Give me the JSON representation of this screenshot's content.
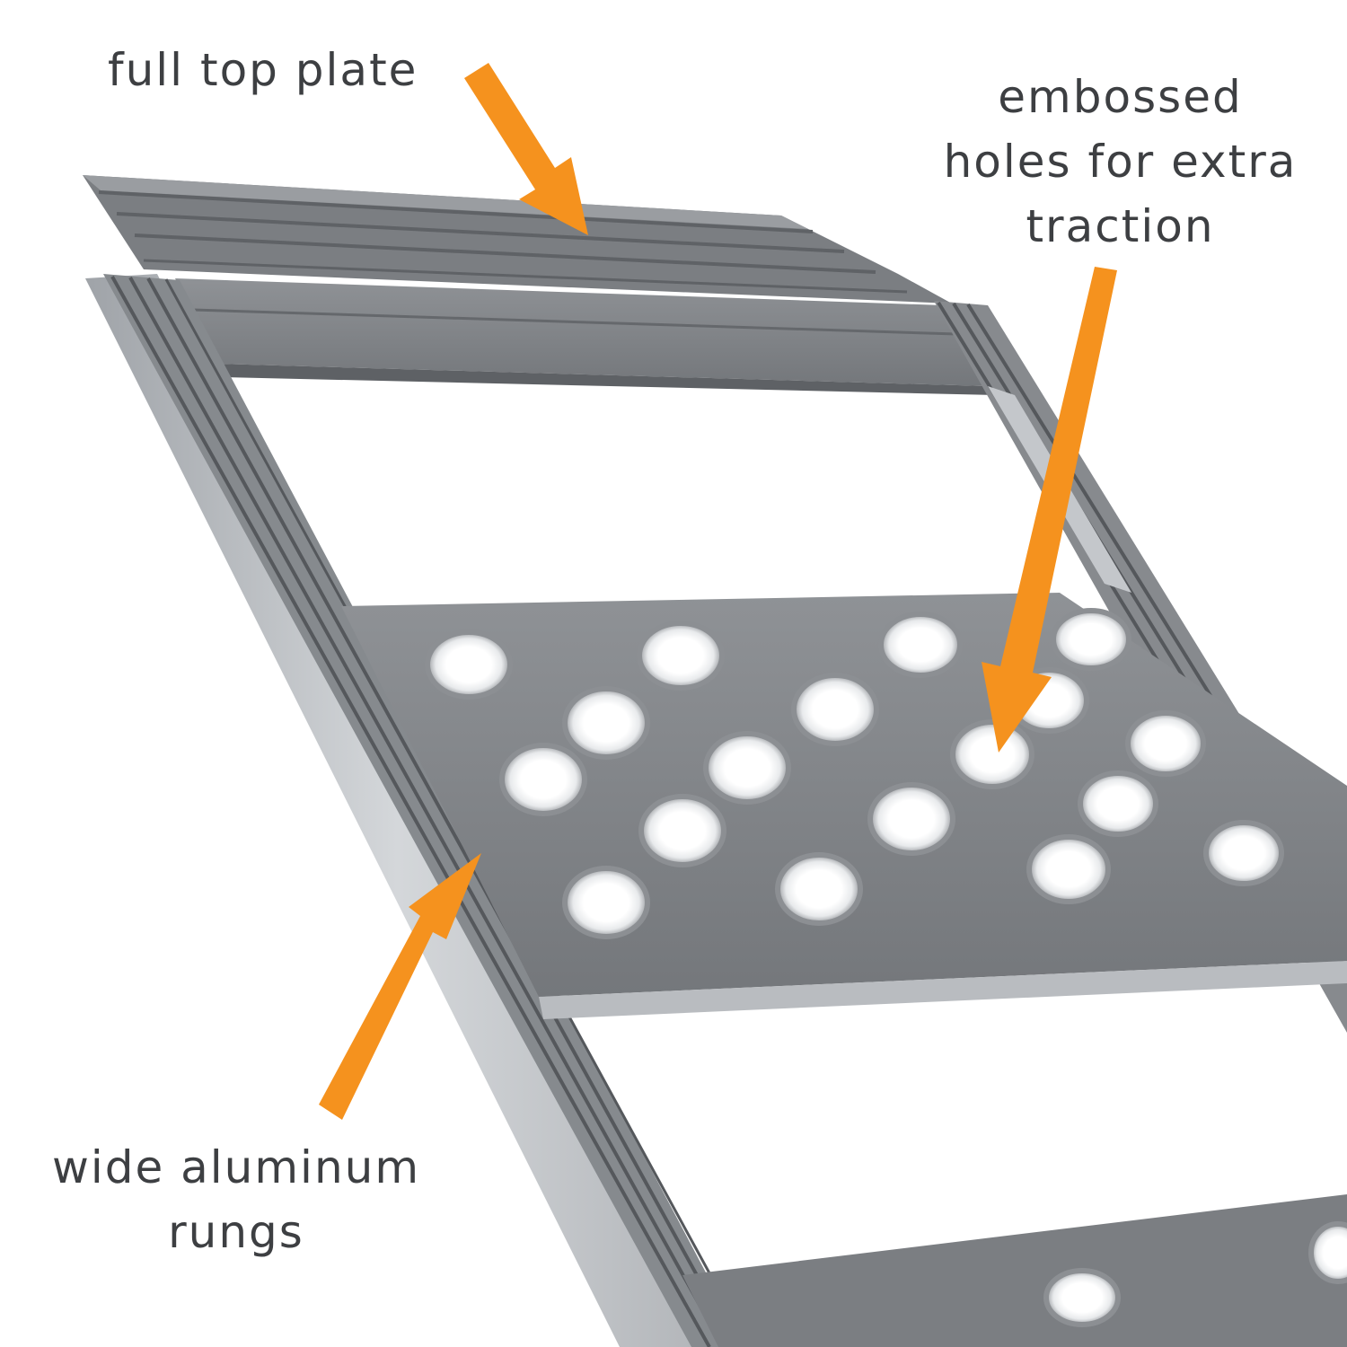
{
  "labels": {
    "top_plate": [
      "full top plate"
    ],
    "embossed_holes": [
      "embossed",
      "holes for extra",
      "traction"
    ],
    "rungs": [
      "wide aluminum",
      "rungs"
    ]
  },
  "colors": {
    "arrow": "#f5921e",
    "label_text": "#3d3f42",
    "metal_dark": "#6b6e72",
    "metal_mid": "#8a8d91",
    "metal_light": "#c3c6ca",
    "background": "#ffffff"
  }
}
